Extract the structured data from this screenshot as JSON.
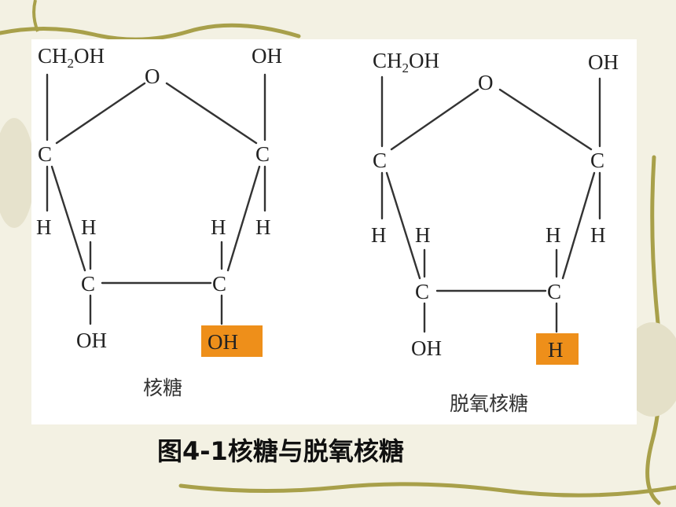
{
  "figure_title": "图4-1核糖与脱氧核糖",
  "colors": {
    "highlight": "#ee8f1a",
    "border_vine": "#a8a04a",
    "background": "#f3f1e3"
  },
  "ribose": {
    "caption": "核糖",
    "top_left_group": {
      "main": "CH",
      "sub": "2",
      "rest": "OH"
    },
    "top_right_group": "OH",
    "ring_oxygen": "O",
    "carbon": "C",
    "hydrogen": "H",
    "bottom_left_group": "OH",
    "bottom_right_group": "OH"
  },
  "deoxyribose": {
    "caption": "脱氧核糖",
    "top_left_group": {
      "main": "CH",
      "sub": "2",
      "rest": "OH"
    },
    "top_right_group": "OH",
    "ring_oxygen": "O",
    "carbon": "C",
    "hydrogen": "H",
    "bottom_left_group": "OH",
    "bottom_right_group": "H"
  }
}
